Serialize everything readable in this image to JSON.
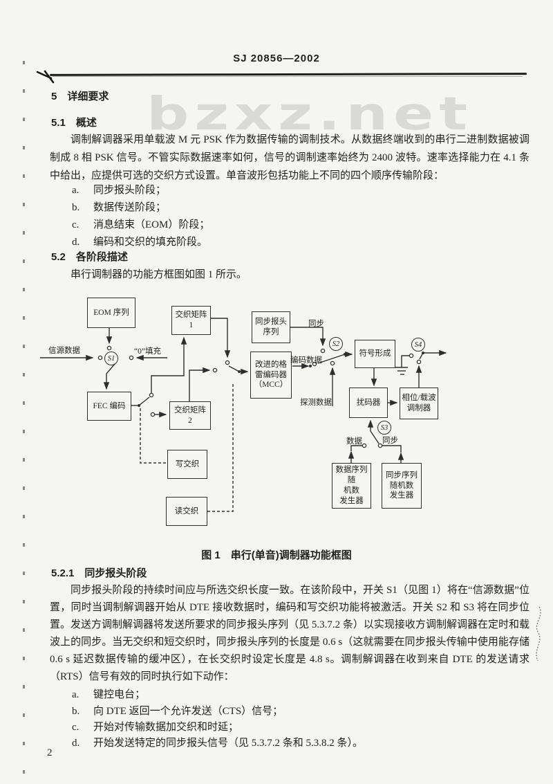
{
  "colors": {
    "ink": "#1f1f1f",
    "paper": "#f5f5f2",
    "line": "#2e2e2e",
    "watermark": "#c3c3c3"
  },
  "header": {
    "doc_number": "SJ 20856—2002"
  },
  "watermark": {
    "text": "bzxz.net"
  },
  "content": {
    "h5": "5　详细要求",
    "h51": "5.1　概述",
    "p1": "调制解调器采用单载波 M 元 PSK 作为数据传输的调制技术。从数据终端收到的串行二进制数据被调制成 8 相 PSK 信号。不管实际数据速率如何，信号的调制速率始终为 2400 波特。速率选择能力在 4.1 条中给出，应提供可选的交织方式设置。单音波形包括功能上不同的四个顺序传输阶段：",
    "list1": [
      {
        "m": "a.",
        "t": "同步报头阶段；"
      },
      {
        "m": "b.",
        "t": "数据传送阶段；"
      },
      {
        "m": "c.",
        "t": "消息结束（EOM）阶段；"
      },
      {
        "m": "d.",
        "t": "编码和交织的填充阶段。"
      }
    ],
    "h52": "5.2　各阶段描述",
    "p2": "串行调制器的功能方框图如图 1 所示。",
    "fig_caption": "图 1　串行(单音)调制器功能框图",
    "h521": "5.2.1　同步报头阶段",
    "p3": "同步报头阶段的持续时间应与所选交织长度一致。在该阶段中，开关 S1（见图 1）将在“信源数据”位置，同时当调制解调器开始从 DTE 接收数据时，编码和写交织功能将被激活。开关 S2 和 S3 将在同步位置。发送方调制解调器将发送所要求的同步报头序列（见 5.3.7.2 条）以实现接收方调制解调器在定时和载波上的同步。当无交织和短交织时，同步报头序列的长度是 0.6 s（这就需要在同步报头传输中使用能存储 0.6 s 延迟数据传输的缓冲区），在长交织时设定长度是 4.8 s。调制解调器在收到来自 DTE 的发送请求（RTS）信号有效的同时执行如下动作：",
    "list2": [
      {
        "m": "a.",
        "t": "键控电台；"
      },
      {
        "m": "b.",
        "t": "向 DTE 返回一个允许发送（CTS）信号；"
      },
      {
        "m": "c.",
        "t": "开始对传输数据加交织和时延；"
      },
      {
        "m": "d.",
        "t": "开始发送特定的同步报头信号（见 5.3.7.2 条和 5.3.8.2 条）。"
      }
    ],
    "page_number": "2"
  },
  "diagram": {
    "boxes": {
      "eom": "EOM 序列",
      "fec": "FEC 编码",
      "im1": "交织矩阵\n1",
      "im2": "交织矩阵\n2",
      "write": "写交织",
      "read": "读交织",
      "sync_seq": "同步报头\n序列",
      "mcc": "改进的格\n雷编码器\n（MCC）",
      "symbol": "符号形成",
      "scrambler": "扰码器",
      "modulator": "相位/载波\n调制器",
      "data_rng": "数据序列随\n机数\n发生器",
      "sync_rng": "同步序列\n随机数\n发生器"
    },
    "switches": {
      "s1": "S1",
      "s2": "S2",
      "s3": "S3",
      "s4": "S4"
    },
    "labels": {
      "source": "信源数据",
      "zero_fill": "“0”填充",
      "sync_top": "同步",
      "coded": "编码数据",
      "probe": "探测数据",
      "data": "数据",
      "sync_s3": "同步"
    }
  }
}
